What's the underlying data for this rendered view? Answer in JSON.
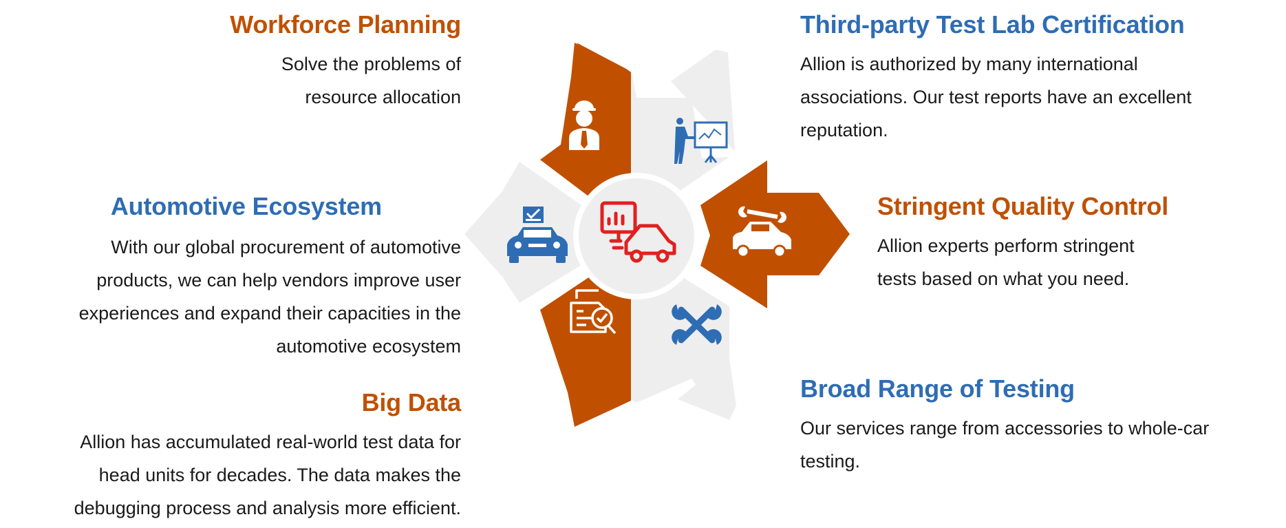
{
  "colors": {
    "orange": "#C05000",
    "blue": "#2E6DB4",
    "light_gray": "#EEEEEE",
    "center_red": "#E02020",
    "text": "#1A1A1A"
  },
  "sections": {
    "workforce": {
      "title": "Workforce Planning",
      "lines": [
        "Solve the problems of",
        "resource allocation"
      ],
      "icon": "engineer-icon"
    },
    "automotive": {
      "title": "Automotive Ecosystem",
      "lines": [
        "With our global procurement of automotive",
        "products, we can help vendors improve user",
        "experiences and expand their capacities in the",
        "automotive ecosystem"
      ],
      "icon": "car-checklist-icon"
    },
    "bigdata": {
      "title": "Big Data",
      "lines": [
        "Allion has accumulated real-world test data for",
        "head units for decades. The data makes the",
        "debugging process and analysis more efficient."
      ],
      "icon": "document-check-icon"
    },
    "thirdparty": {
      "title": "Third-party Test Lab Certification",
      "lines": [
        "Allion is authorized by many international",
        "associations. Our test reports have an excellent",
        "reputation."
      ],
      "icon": "presenter-icon"
    },
    "stringent": {
      "title": "Stringent Quality Control",
      "lines": [
        "Allion experts perform stringent",
        "tests based on what you need."
      ],
      "icon": "car-wrench-icon"
    },
    "broad": {
      "title": "Broad Range of Testing",
      "lines": [
        "Our services range from accessories to whole-car",
        "testing."
      ],
      "icon": "tools-icon"
    }
  },
  "center_icon": "connected-car-dashboard-icon"
}
